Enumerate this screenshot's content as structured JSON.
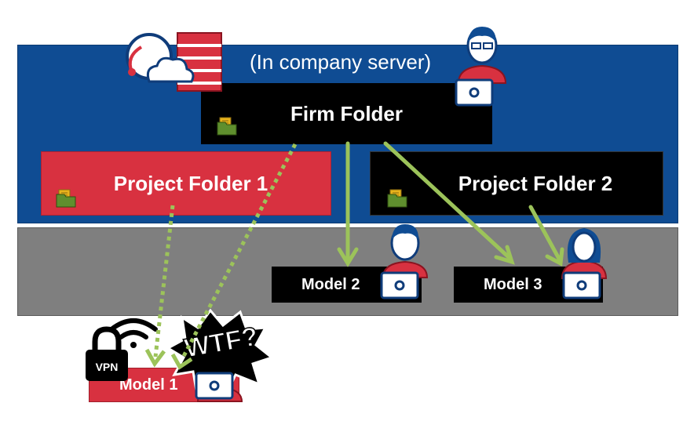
{
  "server_label": "(In company server)",
  "firm_folder": "Firm Folder",
  "project_folder_1": "Project Folder 1",
  "project_folder_2": "Project Folder 2",
  "model_1": "Model 1",
  "model_2": "Model 2",
  "model_3": "Model 3",
  "vpn_label": "VPN",
  "wtf_label": "WTF?",
  "colors": {
    "server_zone": "#0f4c93",
    "local_zone": "#7f7f7f",
    "red_box": "#d83140",
    "black_box": "#000000",
    "arrow_green": "#9cc35a"
  },
  "icons": [
    "cloud-server-icon",
    "folder-icon",
    "user-with-laptop-icon",
    "lock-icon",
    "wifi-icon",
    "explosion-icon"
  ]
}
